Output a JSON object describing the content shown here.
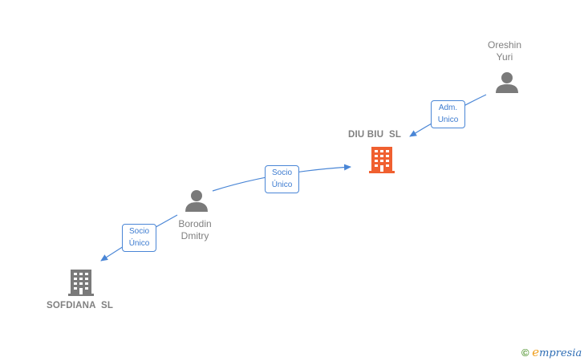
{
  "nodes": {
    "oreshin": {
      "line1": "Oreshin",
      "line2": "Yuri",
      "type": "person"
    },
    "diu_biu": {
      "label": "DIU BIU  SL",
      "type": "company",
      "highlight": true
    },
    "borodin": {
      "line1": "Borodin",
      "line2": "Dmitry",
      "type": "person"
    },
    "sofdiana": {
      "label": "SOFDIANA  SL",
      "type": "company",
      "highlight": false
    }
  },
  "edges": {
    "adm_unico": {
      "line1": "Adm.",
      "line2": "Unico"
    },
    "socio_unico_1": {
      "line1": "Socio",
      "line2": "Único"
    },
    "socio_unico_2": {
      "line1": "Socio",
      "line2": "Único"
    }
  },
  "colors": {
    "edge": "#4a86d6",
    "person_icon": "#7a7a7a",
    "company_icon": "#7a7a7a",
    "company_highlight": "#f06030",
    "label_text": "#808080"
  },
  "watermark": {
    "symbol": "©",
    "brand_first": "e",
    "brand_rest": "mpresia"
  }
}
